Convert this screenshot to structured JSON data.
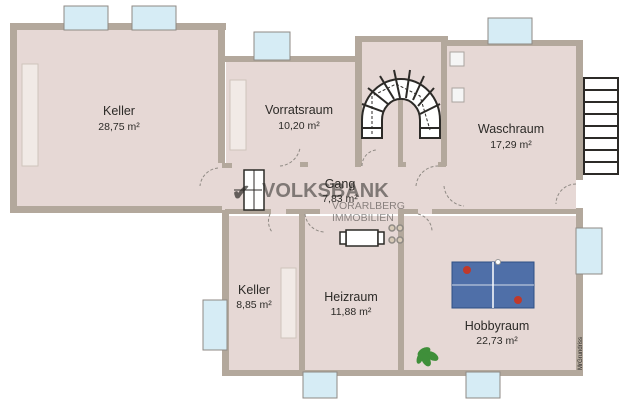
{
  "plan": {
    "rooms": [
      {
        "id": "keller-gross",
        "name": "Keller",
        "area": "28,75 m²"
      },
      {
        "id": "vorratsraum",
        "name": "Vorratsraum",
        "area": "10,20 m²"
      },
      {
        "id": "waschraum",
        "name": "Waschraum",
        "area": "17,29 m²"
      },
      {
        "id": "gang",
        "name": "Gang",
        "area": "7,83 m²"
      },
      {
        "id": "keller-klein",
        "name": "Keller",
        "area": "8,85 m²"
      },
      {
        "id": "heizraum",
        "name": "Heizraum",
        "area": "11,88 m²"
      },
      {
        "id": "hobbyraum",
        "name": "Hobbyraum",
        "area": "22,73 m²"
      }
    ],
    "watermark": {
      "line1": "VOLKSBANK",
      "line2": "VORARLBERG",
      "line3": "IMMOBILIEN"
    },
    "credit": "MrGrundriss"
  },
  "colors": {
    "wall": "#b3a89c",
    "floor": "#e6d8d5",
    "window": "#d6ecf5",
    "table": "#4f6fa8",
    "watermark": "#2f5e9c"
  }
}
